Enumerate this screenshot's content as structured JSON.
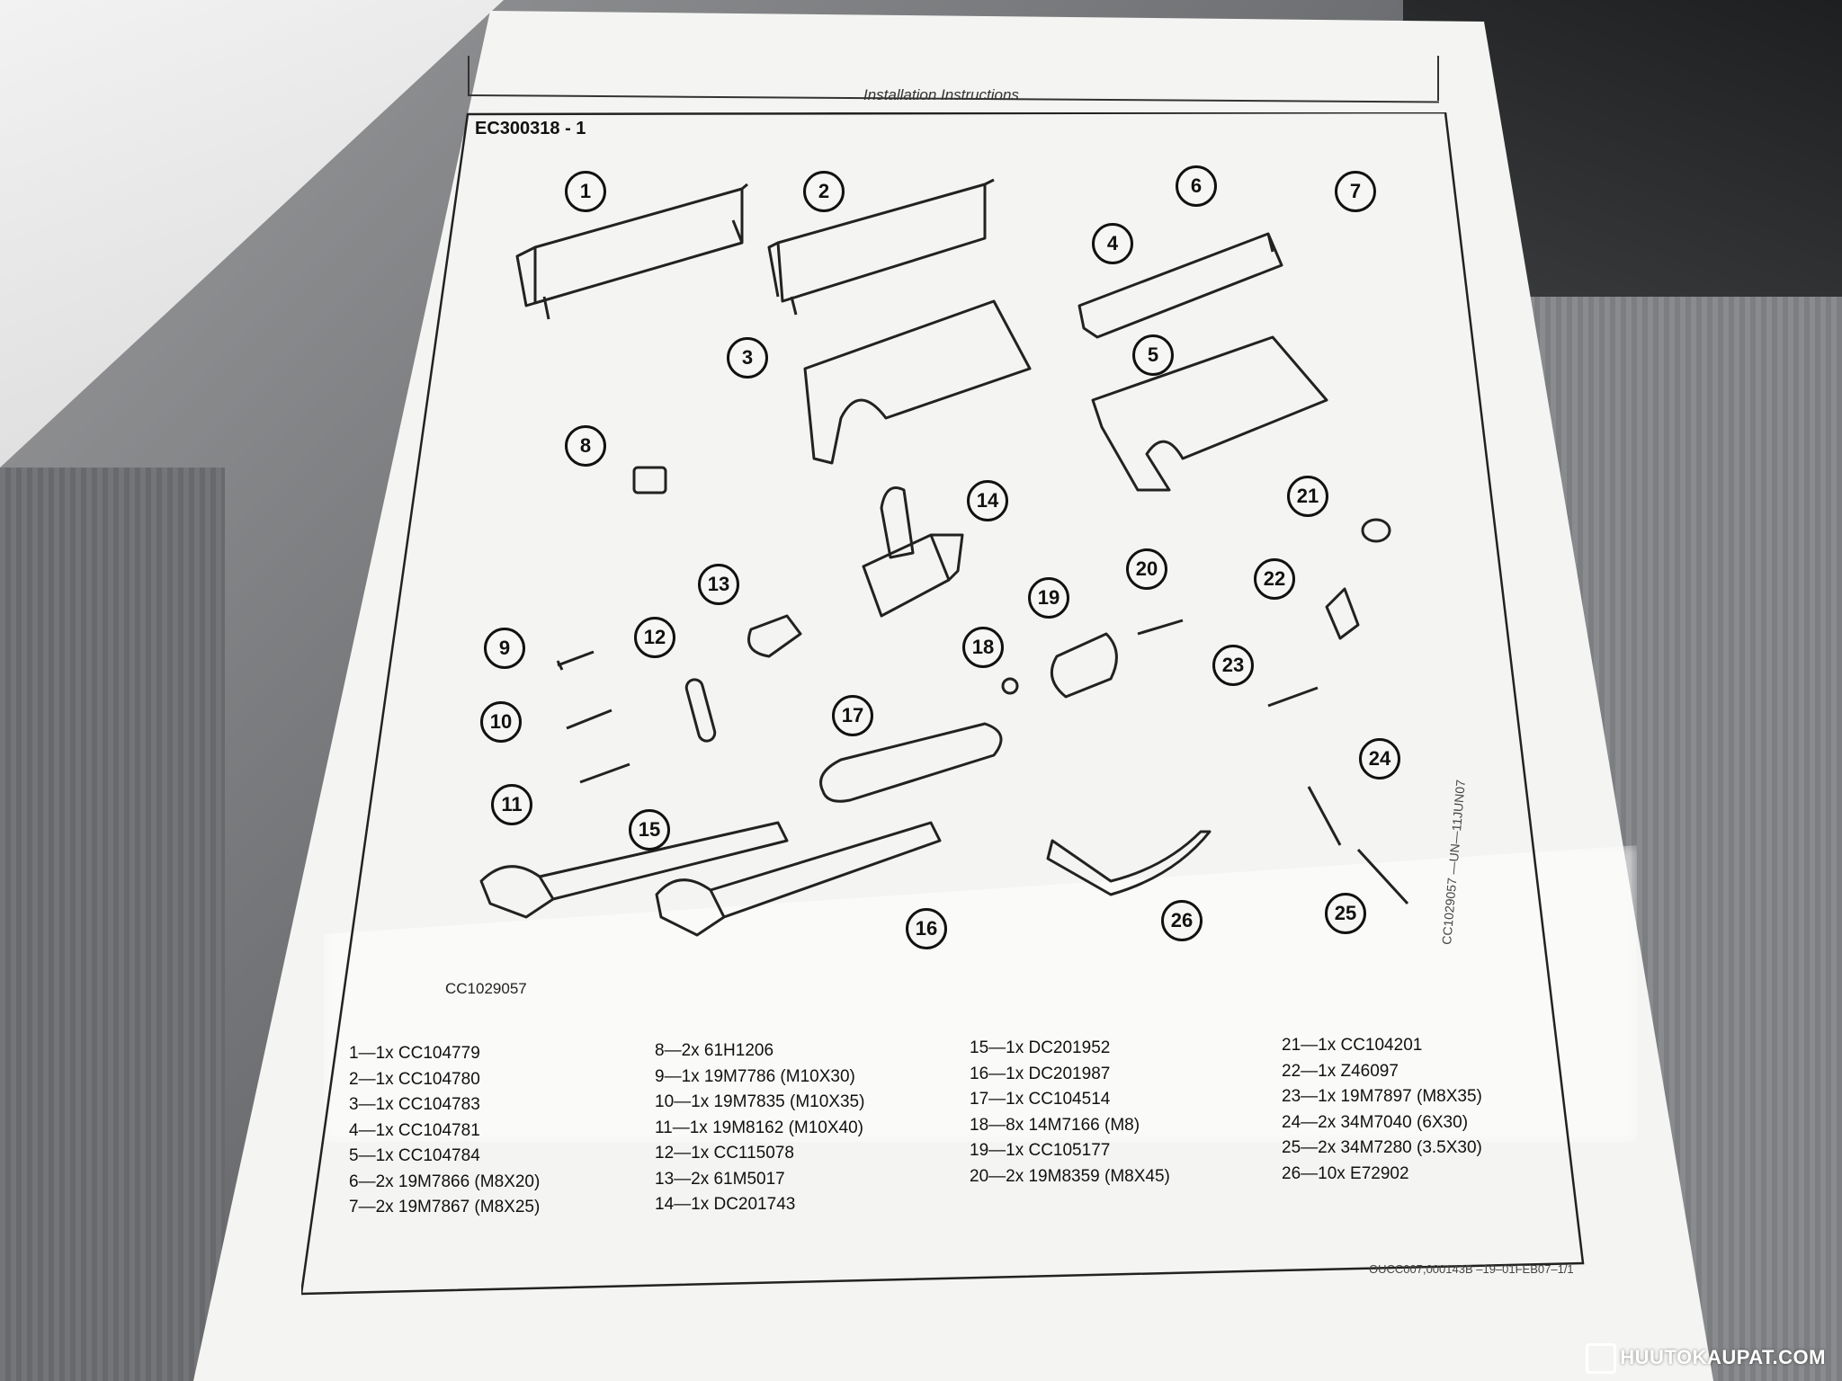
{
  "header": {
    "title": "Installation Instructions"
  },
  "document_id": "EC300318 - 1",
  "figure_id": "CC1029057",
  "side_code": "CC1029057 —UN—11JUN07",
  "footer_code": "OUCC007,000143B   –19–01FEB07–1/1",
  "callouts": [
    "1",
    "2",
    "3",
    "4",
    "5",
    "6",
    "7",
    "8",
    "9",
    "10",
    "11",
    "12",
    "13",
    "14",
    "15",
    "16",
    "17",
    "18",
    "19",
    "20",
    "21",
    "22",
    "23",
    "24",
    "25",
    "26"
  ],
  "parts_list": [
    [
      "1—1x CC104779",
      "2—1x CC104780",
      "3—1x CC104783",
      "4—1x CC104781",
      "5—1x CC104784",
      "6—2x 19M7866 (M8X20)",
      "7—2x 19M7867 (M8X25)"
    ],
    [
      "8—2x 61H1206",
      "9—1x 19M7786 (M10X30)",
      "10—1x 19M7835 (M10X35)",
      "11—1x 19M8162 (M10X40)",
      "12—1x CC115078",
      "13—2x 61M5017",
      "14—1x DC201743"
    ],
    [
      "15—1x DC201952",
      "16—1x DC201987",
      "17—1x CC104514",
      "18—8x 14M7166 (M8)",
      "19—1x CC105177",
      "20—2x 19M8359 (M8X45)"
    ],
    [
      "21—1x CC104201",
      "22—1x Z46097",
      "23—1x 19M7897 (M8X35)",
      "24—2x 34M7040 (6X30)",
      "25—2x 34M7280 (3.5X30)",
      "26—10x E72902"
    ]
  ],
  "watermark": "HUUTOKAUPAT.COM"
}
